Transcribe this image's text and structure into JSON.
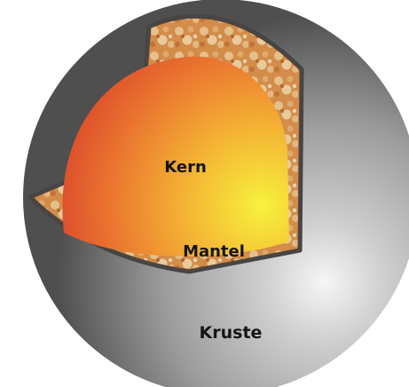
{
  "labels": {
    "core": "Kern",
    "mantle": "Mantel",
    "crust": "Kruste"
  },
  "colors": {
    "core_hot": "#f6ee3a",
    "core_mid": "#f3a233",
    "core_edge": "#de4e2c",
    "mantle_base": "#d9914e",
    "mantle_light": "#f3d7a6",
    "crust_highlight": "#f4f4f4",
    "crust_shadow": "#4d4d4d",
    "outline": "#474747"
  }
}
